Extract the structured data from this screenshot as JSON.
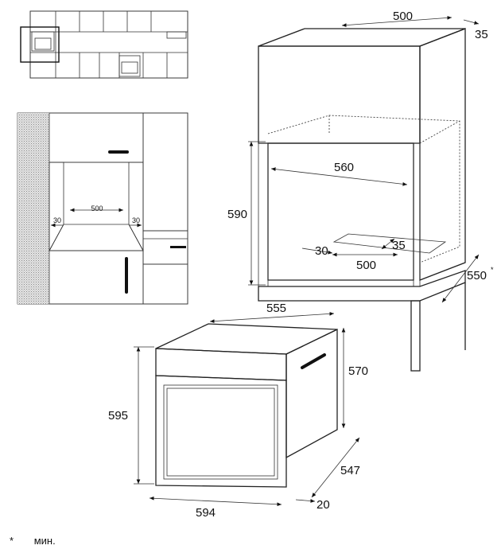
{
  "dimensions": {
    "niche_width_top": "500",
    "top_depth": "35",
    "niche_inner_width": "560",
    "niche_height": "590",
    "vent_gap": "30",
    "vent_depth": "35",
    "vent_width": "500",
    "niche_depth": "550",
    "niche_depth_mark": "*",
    "oven_depth": "555",
    "oven_body_height": "570",
    "oven_height": "595",
    "oven_body_depth": "547",
    "oven_width": "594",
    "front_thickness": "20",
    "inset_vent_width": "500",
    "inset_gap_left": "30",
    "inset_gap_right": "30"
  },
  "footnote": {
    "mark": "*",
    "text": "мин."
  },
  "colors": {
    "ink": "#222222",
    "stipple": "#8a8a8a"
  }
}
